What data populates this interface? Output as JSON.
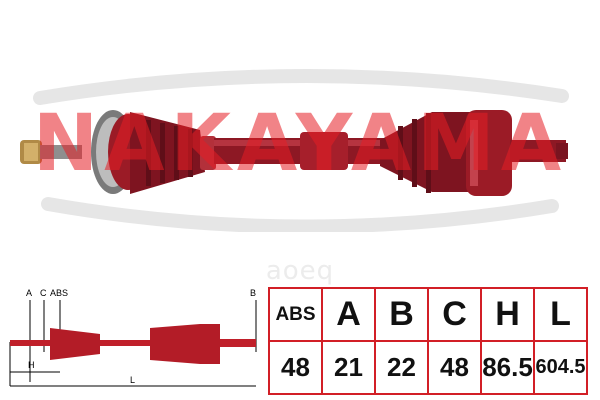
{
  "watermark": {
    "brand_text": "NAKAYAMA",
    "site_text": "aoeq",
    "brand_color": "#e61e25"
  },
  "diagram": {
    "labels": {
      "a": "A",
      "c": "C",
      "abs": "ABS",
      "b": "B",
      "h": "H",
      "l": "L"
    }
  },
  "spec_table": {
    "headers": [
      "ABS",
      "A",
      "B",
      "C",
      "H",
      "L"
    ],
    "values": [
      "48",
      "21",
      "22",
      "48",
      "86.5",
      "604.5"
    ],
    "border_color": "#d21f26"
  },
  "colors": {
    "shaft": "#9b1b26",
    "boot": "#7e1420",
    "accent": "#e61e25"
  }
}
